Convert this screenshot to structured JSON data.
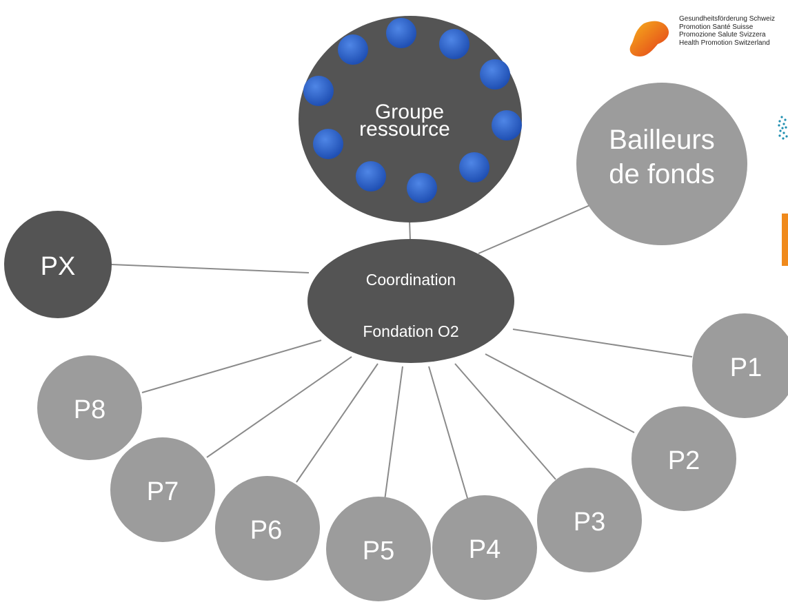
{
  "diagram": {
    "center": {
      "line1": "Coordination",
      "line2": "Fondation O2"
    },
    "resource_group": {
      "line1": "Groupe",
      "line2": "ressource"
    },
    "funders": {
      "line1": "Bailleurs",
      "line2": "de fonds"
    },
    "partners": {
      "px": "PX",
      "p1": "P1",
      "p2": "P2",
      "p3": "P3",
      "p4": "P4",
      "p5": "P5",
      "p6": "P6",
      "p7": "P7",
      "p8": "P8"
    }
  },
  "logos": {
    "health_promotion": [
      "Gesundheitsförderung Schweiz",
      "Promotion Santé Suisse",
      "Promozione Salute Svizzera",
      "Health Promotion Switzerland"
    ]
  },
  "colors": {
    "dark_node": "#545454",
    "light_node": "#9c9c9c",
    "connector": "#8a8a8a",
    "member_dot": "#2a5dc4",
    "logo_orange": "#f08a1c",
    "logo_red": "#e8471c",
    "logo_dots": "#1f8fb0"
  }
}
